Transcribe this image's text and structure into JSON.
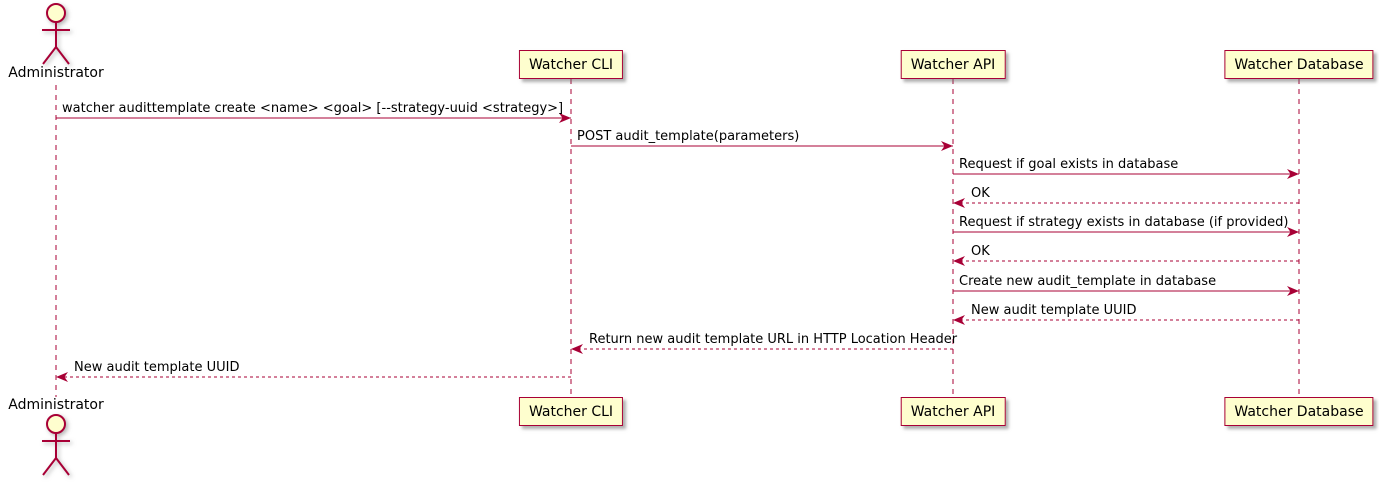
{
  "diagram": {
    "type": "sequence",
    "colors": {
      "accent": "#A80036",
      "participant_fill": "#FEFECE",
      "text": "#000000",
      "background": "#FFFFFF"
    },
    "participants": [
      {
        "id": "administrator",
        "label": "Administrator",
        "kind": "actor"
      },
      {
        "id": "watcher-cli",
        "label": "Watcher CLI",
        "kind": "participant"
      },
      {
        "id": "watcher-api",
        "label": "Watcher API",
        "kind": "participant"
      },
      {
        "id": "watcher-db",
        "label": "Watcher Database",
        "kind": "participant"
      }
    ],
    "messages": [
      {
        "from": "administrator",
        "to": "watcher-cli",
        "style": "solid",
        "label": "watcher audittemplate create <name> <goal> [--strategy-uuid <strategy>]"
      },
      {
        "from": "watcher-cli",
        "to": "watcher-api",
        "style": "solid",
        "label": "POST audit_template(parameters)"
      },
      {
        "from": "watcher-api",
        "to": "watcher-db",
        "style": "solid",
        "label": "Request if goal exists in database"
      },
      {
        "from": "watcher-db",
        "to": "watcher-api",
        "style": "dashed",
        "label": "OK"
      },
      {
        "from": "watcher-api",
        "to": "watcher-db",
        "style": "solid",
        "label": "Request if strategy exists in database (if provided)"
      },
      {
        "from": "watcher-db",
        "to": "watcher-api",
        "style": "dashed",
        "label": "OK"
      },
      {
        "from": "watcher-api",
        "to": "watcher-db",
        "style": "solid",
        "label": "Create new audit_template in database"
      },
      {
        "from": "watcher-db",
        "to": "watcher-api",
        "style": "dashed",
        "label": "New audit template UUID"
      },
      {
        "from": "watcher-api",
        "to": "watcher-cli",
        "style": "dashed",
        "label": "Return new audit template URL in HTTP Location Header"
      },
      {
        "from": "watcher-cli",
        "to": "administrator",
        "style": "dashed",
        "label": "New audit template UUID"
      }
    ]
  }
}
